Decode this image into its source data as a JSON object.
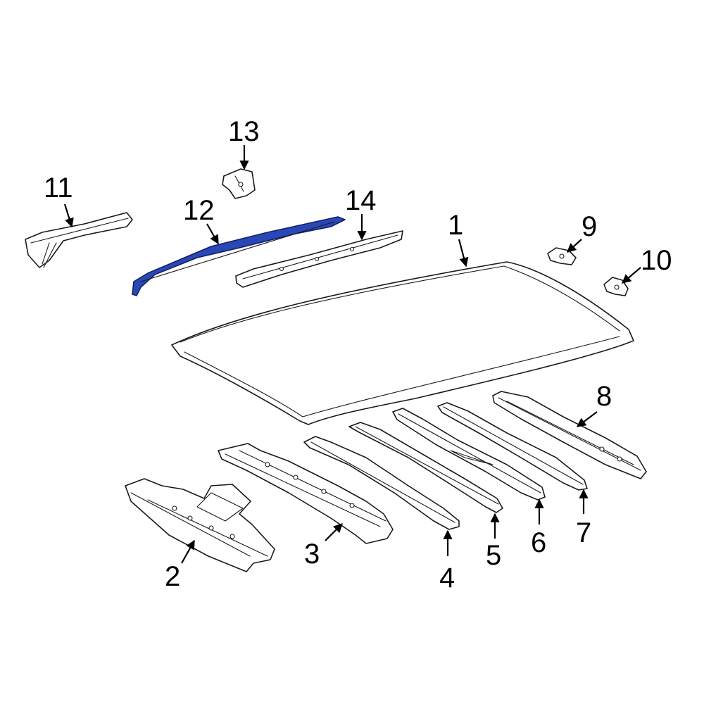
{
  "callouts": {
    "c1": "1",
    "c2": "2",
    "c3": "3",
    "c4": "4",
    "c5": "5",
    "c6": "6",
    "c7": "7",
    "c8": "8",
    "c9": "9",
    "c10": "10",
    "c11": "11",
    "c12": "12",
    "c13": "13",
    "c14": "14"
  },
  "colors": {
    "highlight_part": "#2a48b5",
    "highlight_outline": "#10206a",
    "line": "#1a1a1a"
  }
}
